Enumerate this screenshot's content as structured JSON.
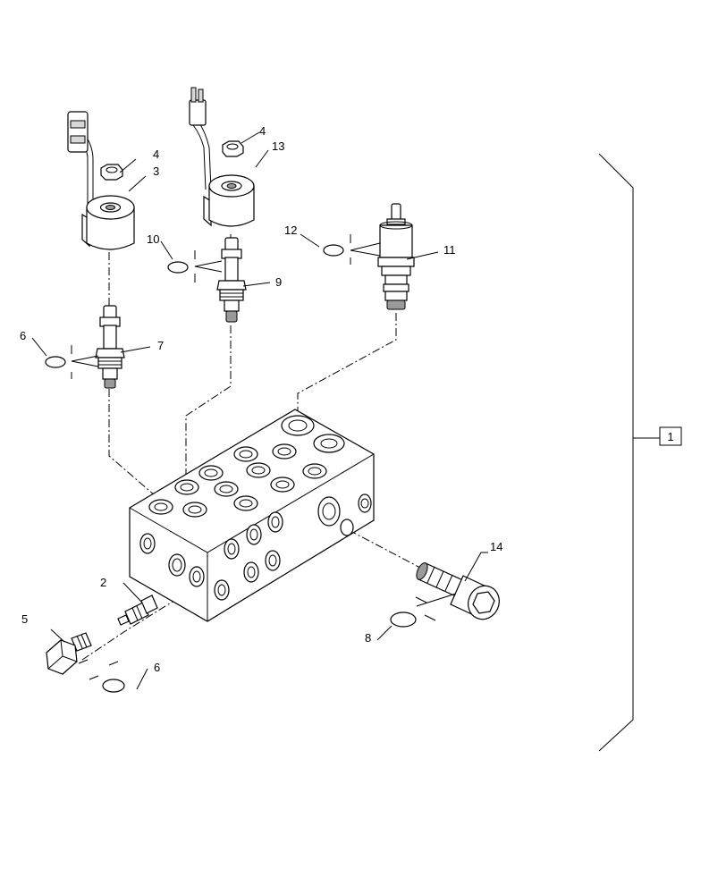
{
  "callouts": {
    "c1": "1",
    "c2": "2",
    "c3": "3",
    "c4a": "4",
    "c4b": "4",
    "c5": "5",
    "c6a": "6",
    "c6b": "6",
    "c7": "7",
    "c8": "8",
    "c9": "9",
    "c10": "10",
    "c11": "11",
    "c12": "12",
    "c13": "13",
    "c14": "14"
  }
}
